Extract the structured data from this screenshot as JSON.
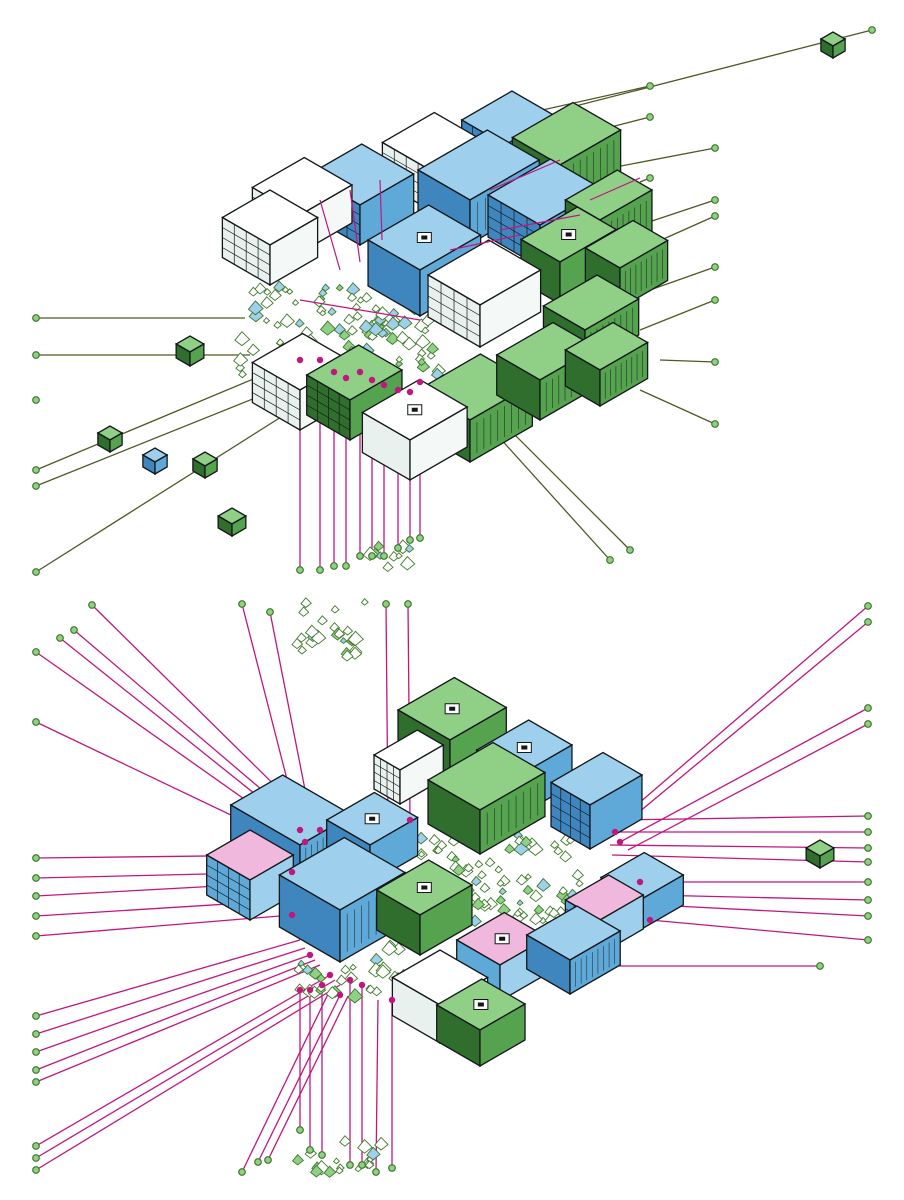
{
  "figure": {
    "kind": "exploded isometric modular block illustration",
    "background": "#ffffff",
    "text_labels": []
  },
  "palette": {
    "blue_top": "#9ed0ee",
    "blue_side": "#5fa9d8",
    "blue_dark": "#3f86bf",
    "green_top": "#8fcf86",
    "green_side": "#55a34f",
    "green_dark": "#2f6e2c",
    "pink": "#f0b8dc",
    "magenta": "#c2167f",
    "olive_line": "#4d5a25",
    "wire_green": "#3f7a2a",
    "outline": "#14181a"
  },
  "icons": {
    "leader_end": "dot-terminal-icon",
    "floating_cube": "small-cube-icon",
    "fragment": "shard-icon"
  },
  "assemblies": [
    {
      "name": "upper-assembly",
      "leader_color": "olive"
    },
    {
      "name": "lower-assembly",
      "leader_color": "magenta"
    }
  ]
}
